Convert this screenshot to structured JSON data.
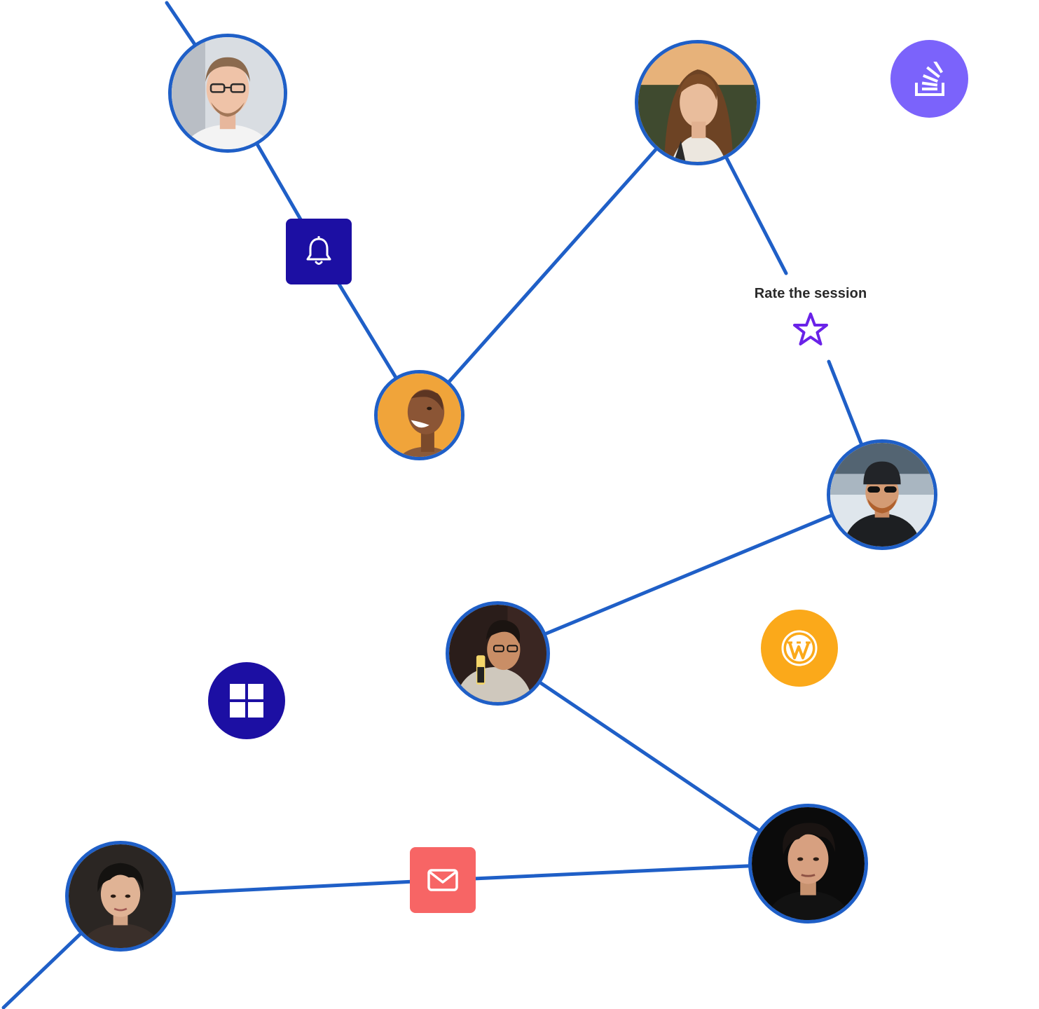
{
  "diagram": {
    "rate_label": "Rate the session",
    "colors": {
      "connector": "#1f5fc7",
      "bell_badge": "#1c0fa3",
      "windows_badge": "#1c0fa3",
      "stackoverflow_badge": "#7b63fb",
      "wordpress_badge": "#fba91a",
      "mail_badge": "#f76565",
      "star": "#6a22e8"
    },
    "icons": [
      "bell-icon",
      "windows-icon",
      "stackoverflow-icon",
      "wordpress-icon",
      "mail-icon",
      "star-icon"
    ],
    "avatars": [
      "avatar-man-glasses",
      "avatar-woman-long-hair",
      "avatar-woman-laughing",
      "avatar-man-beanie-sunglasses",
      "avatar-man-glasses-dark",
      "avatar-woman-short-hair",
      "avatar-man-curly-hair"
    ]
  }
}
